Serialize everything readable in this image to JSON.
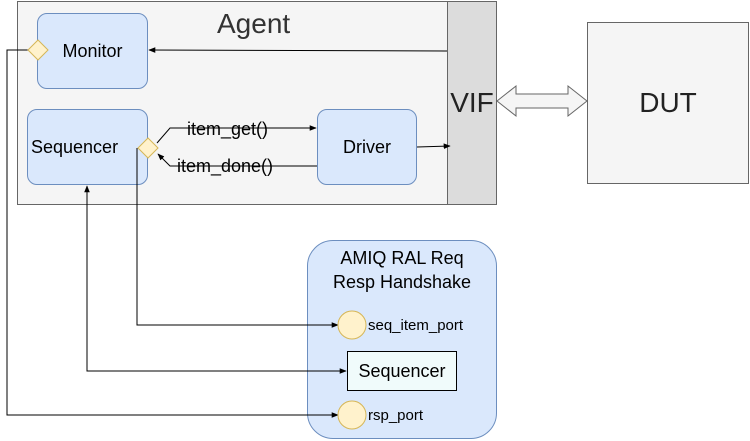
{
  "diagram": {
    "agent": {
      "title": "Agent"
    },
    "monitor": {
      "label": "Monitor"
    },
    "sequencer": {
      "label": "Sequencer"
    },
    "driver": {
      "label": "Driver"
    },
    "vif": {
      "label": "VIF"
    },
    "dut": {
      "label": "DUT"
    },
    "edges": {
      "item_get": "item_get()",
      "item_done": "item_done()"
    },
    "amiq": {
      "title_line1": "AMIQ RAL Req",
      "title_line2": "Resp Handshake",
      "seq_item_port": "seq_item_port",
      "sequencer": "Sequencer",
      "rsp_port": "rsp_port"
    },
    "colors": {
      "agent_fill": "#f5f5f5",
      "vif_fill": "#dcdcdc",
      "block_fill": "#dae8fc",
      "block_stroke": "#6c8ebf",
      "port_fill": "#fff2cc",
      "port_stroke": "#d6b656",
      "amiq_seq_fill": "#f0fbfb"
    }
  }
}
